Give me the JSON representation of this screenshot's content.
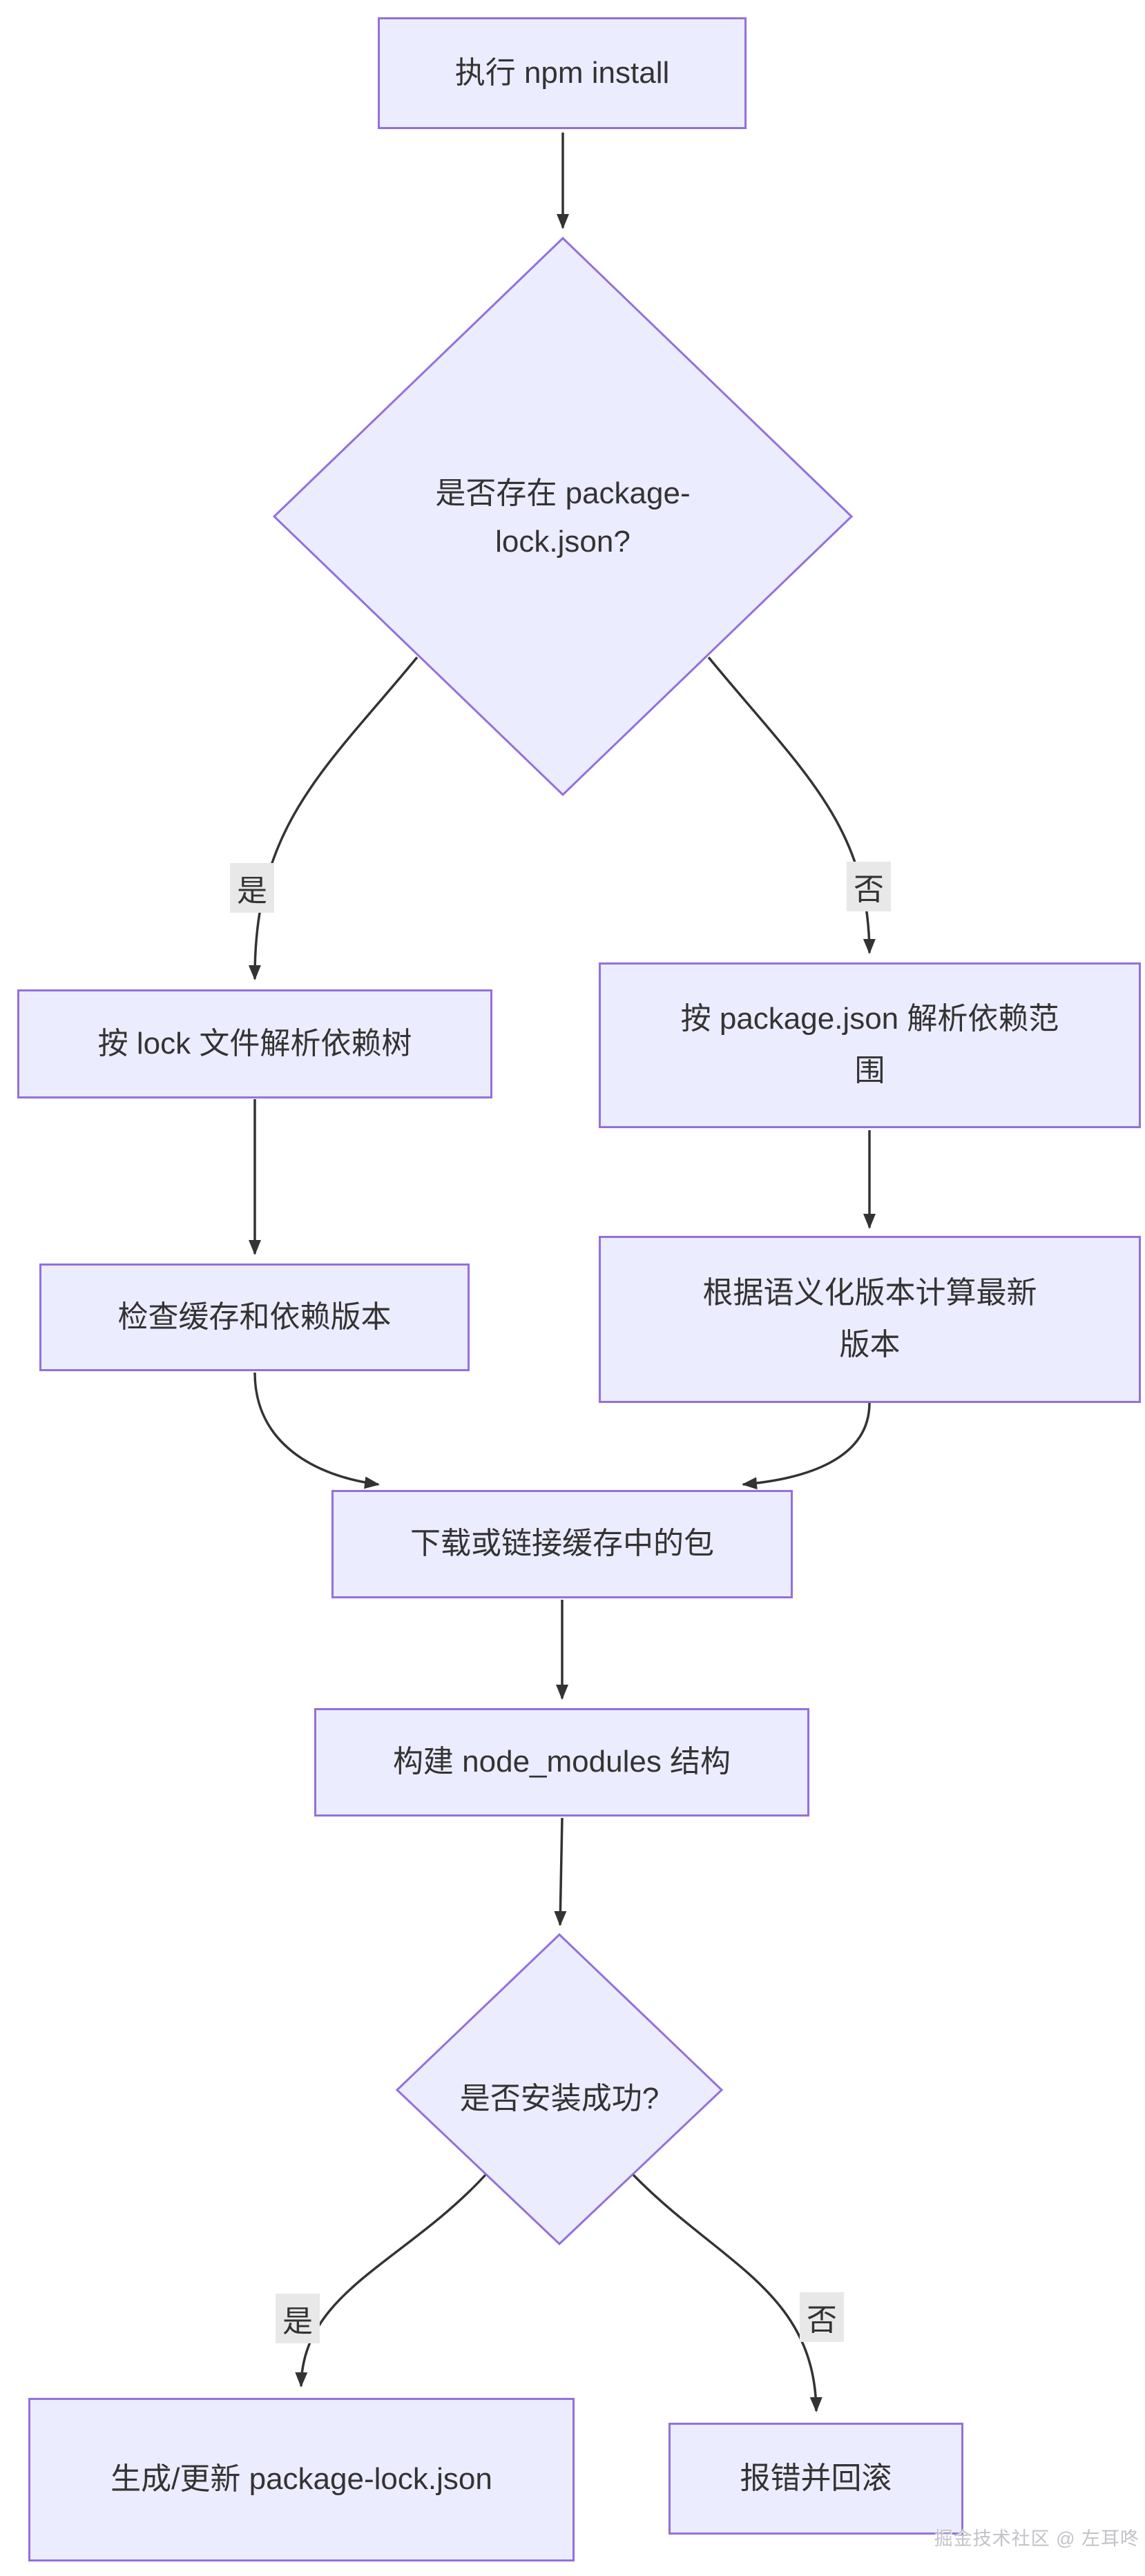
{
  "diagram": {
    "type": "flowchart",
    "direction": "top-down",
    "nodes": {
      "start": {
        "label": "执行 npm install",
        "shape": "rect"
      },
      "has_lock": {
        "label": "是否存在 package-lock.json?",
        "shape": "diamond"
      },
      "lock_parse": {
        "label": "按 lock 文件解析依赖树",
        "shape": "rect"
      },
      "pkg_parse": {
        "label": "按 package.json 解析依赖范围",
        "shape": "rect"
      },
      "check_cache": {
        "label": "检查缓存和依赖版本",
        "shape": "rect"
      },
      "semver": {
        "label": "根据语义化版本计算最新版本",
        "shape": "rect"
      },
      "download": {
        "label": "下载或链接缓存中的包",
        "shape": "rect"
      },
      "build": {
        "label": "构建 node_modules 结构",
        "shape": "rect"
      },
      "success": {
        "label": "是否安装成功?",
        "shape": "diamond"
      },
      "gen_lock": {
        "label": "生成/更新 package-lock.json",
        "shape": "rect"
      },
      "rollback": {
        "label": "报错并回滚",
        "shape": "rect"
      }
    },
    "edges": [
      {
        "from": "start",
        "to": "has_lock",
        "label": ""
      },
      {
        "from": "has_lock",
        "to": "lock_parse",
        "label": "是"
      },
      {
        "from": "has_lock",
        "to": "pkg_parse",
        "label": "否"
      },
      {
        "from": "lock_parse",
        "to": "check_cache",
        "label": ""
      },
      {
        "from": "pkg_parse",
        "to": "semver",
        "label": ""
      },
      {
        "from": "check_cache",
        "to": "download",
        "label": ""
      },
      {
        "from": "semver",
        "to": "download",
        "label": ""
      },
      {
        "from": "download",
        "to": "build",
        "label": ""
      },
      {
        "from": "build",
        "to": "success",
        "label": ""
      },
      {
        "from": "success",
        "to": "gen_lock",
        "label": "是"
      },
      {
        "from": "success",
        "to": "rollback",
        "label": "否"
      }
    ],
    "edge_labels": {
      "yes1": "是",
      "no1": "否",
      "yes2": "是",
      "no2": "否"
    },
    "colors": {
      "node_fill": "#ECECFF",
      "node_border": "#9370DB",
      "edge_stroke": "#333333",
      "edge_label_bg": "#e8e8e8",
      "text": "#333333",
      "watermark_text": "#c2c2c8",
      "background": "#ffffff"
    },
    "watermark": "掘金技术社区 @ 左耳咚"
  }
}
